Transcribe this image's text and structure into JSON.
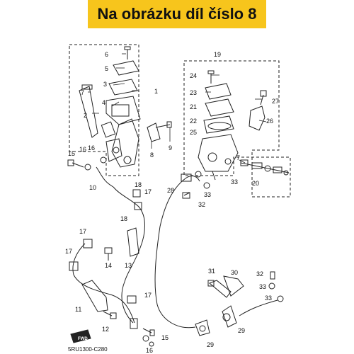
{
  "banner": {
    "text": "Na obrázku díl číslo 8"
  },
  "diagram_code": "5RU1300-C280",
  "fwd_label": "FWD",
  "labels": [
    {
      "id": "n6a",
      "text": "6"
    },
    {
      "id": "n5",
      "text": "5"
    },
    {
      "id": "n3",
      "text": "3"
    },
    {
      "id": "n1",
      "text": "1"
    },
    {
      "id": "n4",
      "text": "4"
    },
    {
      "id": "n2",
      "text": "2"
    },
    {
      "id": "n7a",
      "text": "7"
    },
    {
      "id": "n8",
      "text": "8"
    },
    {
      "id": "n9",
      "text": "9"
    },
    {
      "id": "n15a",
      "text": "15"
    },
    {
      "id": "n16a",
      "text": "16"
    },
    {
      "id": "n16b",
      "text": "16"
    },
    {
      "id": "n10",
      "text": "10"
    },
    {
      "id": "n18a",
      "text": "18"
    },
    {
      "id": "n17a",
      "text": "17"
    },
    {
      "id": "n18b",
      "text": "18"
    },
    {
      "id": "n17b",
      "text": "17"
    },
    {
      "id": "n17c",
      "text": "17"
    },
    {
      "id": "n14",
      "text": "14"
    },
    {
      "id": "n13",
      "text": "13"
    },
    {
      "id": "n11",
      "text": "11"
    },
    {
      "id": "n17d",
      "text": "17"
    },
    {
      "id": "n12",
      "text": "12"
    },
    {
      "id": "n15b",
      "text": "15"
    },
    {
      "id": "n16c",
      "text": "16"
    },
    {
      "id": "n19",
      "text": "19"
    },
    {
      "id": "n24",
      "text": "24"
    },
    {
      "id": "n23",
      "text": "23"
    },
    {
      "id": "n27",
      "text": "27"
    },
    {
      "id": "n21",
      "text": "21"
    },
    {
      "id": "n22",
      "text": "22"
    },
    {
      "id": "n26",
      "text": "26"
    },
    {
      "id": "n25",
      "text": "25"
    },
    {
      "id": "n7b",
      "text": "7"
    },
    {
      "id": "n20",
      "text": "20"
    },
    {
      "id": "n28",
      "text": "28"
    },
    {
      "id": "n33a",
      "text": "33"
    },
    {
      "id": "n33b",
      "text": "33"
    },
    {
      "id": "n32a",
      "text": "32"
    },
    {
      "id": "n31",
      "text": "31"
    },
    {
      "id": "n30",
      "text": "30"
    },
    {
      "id": "n32b",
      "text": "32"
    },
    {
      "id": "n33c",
      "text": "33"
    },
    {
      "id": "n33d",
      "text": "33"
    },
    {
      "id": "n29a",
      "text": "29"
    },
    {
      "id": "n29b",
      "text": "29"
    }
  ]
}
